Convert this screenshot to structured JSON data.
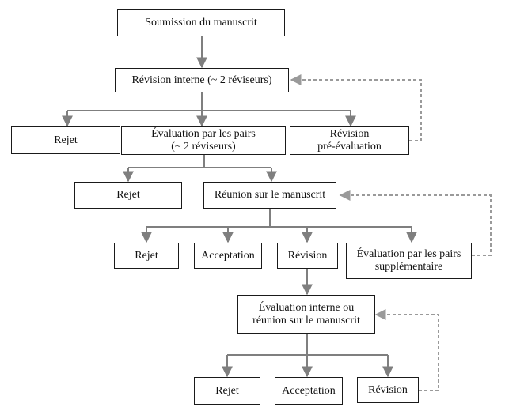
{
  "nodes": {
    "submission": {
      "lines": [
        "Soumission du manuscrit"
      ]
    },
    "internal_review": {
      "lines": [
        "Révision interne (~ 2 réviseurs)"
      ]
    },
    "reject_1": {
      "lines": [
        "Rejet"
      ]
    },
    "peer_review": {
      "lines": [
        "Évaluation par les pairs",
        "(~ 2 réviseurs)"
      ]
    },
    "pre_eval_revision": {
      "lines": [
        "Révision",
        "pré-évaluation"
      ]
    },
    "reject_2": {
      "lines": [
        "Rejet"
      ]
    },
    "manuscript_meeting": {
      "lines": [
        "Réunion sur le manuscrit"
      ]
    },
    "reject_3": {
      "lines": [
        "Rejet"
      ]
    },
    "acceptance_1": {
      "lines": [
        "Acceptation"
      ]
    },
    "revision_1": {
      "lines": [
        "Révision"
      ]
    },
    "additional_peer_review": {
      "lines": [
        "Évaluation par les pairs",
        "supplémentaire"
      ]
    },
    "internal_eval_or_meeting": {
      "lines": [
        "Évaluation interne ou",
        "réunion sur le manuscrit"
      ]
    },
    "reject_4": {
      "lines": [
        "Rejet"
      ]
    },
    "acceptance_2": {
      "lines": [
        "Acceptation"
      ]
    },
    "revision_2": {
      "lines": [
        "Révision"
      ]
    }
  },
  "colors": {
    "solid_arrow": "#7f7f7f",
    "dashed_arrow": "#9a9a9a",
    "box_border": "#1a1a1a"
  }
}
